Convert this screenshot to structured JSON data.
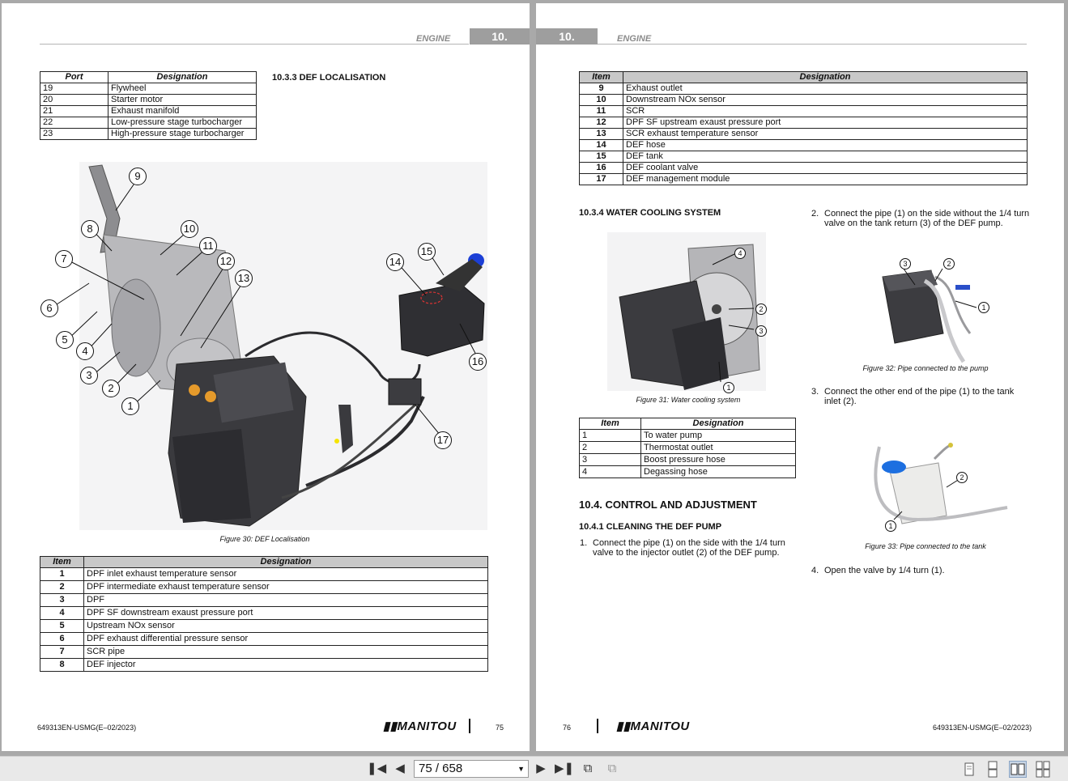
{
  "header": {
    "section_word": "ENGINE",
    "section_number": "10."
  },
  "left": {
    "port_table": {
      "headers": [
        "Port",
        "Designation"
      ],
      "rows": [
        [
          "19",
          "Flywheel"
        ],
        [
          "20",
          "Starter motor"
        ],
        [
          "21",
          "Exhaust manifold"
        ],
        [
          "22",
          "Low-pressure stage turbocharger"
        ],
        [
          "23",
          "High-pressure stage turbocharger"
        ]
      ]
    },
    "heading": "10.3.3 DEF LOCALISATION",
    "figure_caption": "Figure 30: DEF Localisation",
    "callouts": [
      "1",
      "2",
      "3",
      "4",
      "5",
      "6",
      "7",
      "8",
      "9",
      "10",
      "11",
      "12",
      "13",
      "14",
      "15",
      "16",
      "17"
    ],
    "item_table": {
      "headers": [
        "Item",
        "Designation"
      ],
      "rows": [
        [
          "1",
          "DPF inlet exhaust temperature sensor"
        ],
        [
          "2",
          "DPF intermediate exhaust temperature sensor"
        ],
        [
          "3",
          "DPF"
        ],
        [
          "4",
          "DPF SF downstream exaust pressure port"
        ],
        [
          "5",
          "Upstream NOx sensor"
        ],
        [
          "6",
          "DPF exhaust differential pressure sensor"
        ],
        [
          "7",
          "SCR pipe"
        ],
        [
          "8",
          "DEF injector"
        ]
      ]
    },
    "footer": {
      "doc_code": "649313EN-USMG(E–02/2023)",
      "brand": "MANITOU",
      "page_number": "75"
    }
  },
  "right": {
    "item_table": {
      "headers": [
        "Item",
        "Designation"
      ],
      "rows": [
        [
          "9",
          "Exhaust outlet"
        ],
        [
          "10",
          "Downstream NOx sensor"
        ],
        [
          "11",
          "SCR"
        ],
        [
          "12",
          "DPF SF upstream exaust pressure port"
        ],
        [
          "13",
          "SCR exhaust temperature sensor"
        ],
        [
          "14",
          "DEF hose"
        ],
        [
          "15",
          "DEF tank"
        ],
        [
          "16",
          "DEF coolant valve"
        ],
        [
          "17",
          "DEF management module"
        ]
      ]
    },
    "water_heading": "10.3.4 WATER COOLING SYSTEM",
    "figure31_caption": "Figure 31: Water cooling system",
    "figure31_callouts": [
      "1",
      "2",
      "3",
      "4"
    ],
    "water_table": {
      "headers": [
        "Item",
        "Designation"
      ],
      "rows": [
        [
          "1",
          "To water pump"
        ],
        [
          "2",
          "Thermostat outlet"
        ],
        [
          "3",
          "Boost pressure hose"
        ],
        [
          "4",
          "Degassing hose"
        ]
      ]
    },
    "control_heading": "10.4. CONTROL AND ADJUSTMENT",
    "cleaning_heading": "10.4.1 CLEANING THE DEF PUMP",
    "steps": [
      {
        "n": "1.",
        "text": "Connect the pipe (1) on the side with the 1/4 turn valve to the injector outlet (2) of the DEF pump."
      },
      {
        "n": "2.",
        "text": "Connect the pipe (1) on the side without the 1/4 turn valve on the tank return (3) of the DEF pump."
      },
      {
        "n": "3.",
        "text": "Connect the other end of the pipe (1) to the tank inlet (2)."
      },
      {
        "n": "4.",
        "text": "Open the valve by 1/4 turn (1)."
      }
    ],
    "figure32_caption": "Figure 32: Pipe connected to the pump",
    "figure32_callouts": [
      "1",
      "2",
      "3"
    ],
    "figure33_caption": "Figure 33: Pipe connected to the tank",
    "figure33_callouts": [
      "1",
      "2"
    ],
    "footer": {
      "doc_code": "649313EN-USMG(E–02/2023)",
      "brand": "MANITOU",
      "page_number": "76"
    }
  },
  "toolbar": {
    "page_display": "75 / 658"
  }
}
